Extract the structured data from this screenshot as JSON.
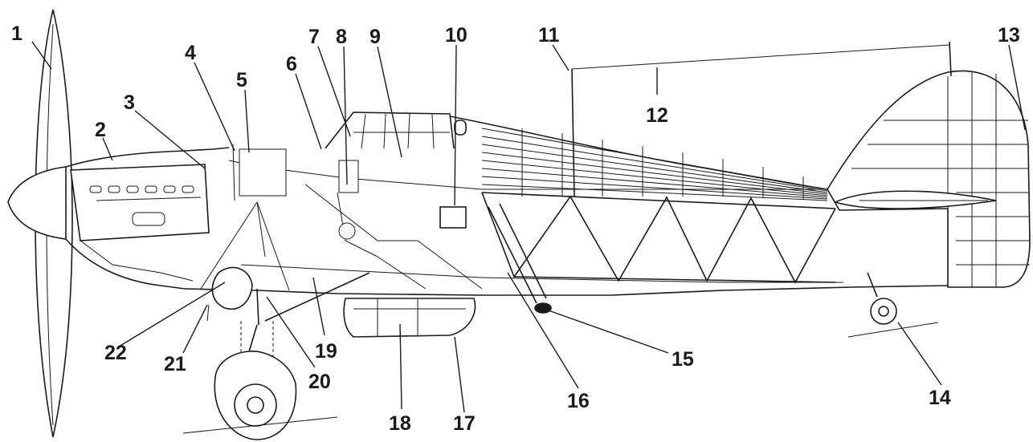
{
  "figure": {
    "callouts": [
      "1",
      "2",
      "3",
      "4",
      "5",
      "6",
      "7",
      "8",
      "9",
      "10",
      "11",
      "12",
      "13",
      "14",
      "15",
      "16",
      "17",
      "18",
      "19",
      "20",
      "21",
      "22"
    ]
  }
}
